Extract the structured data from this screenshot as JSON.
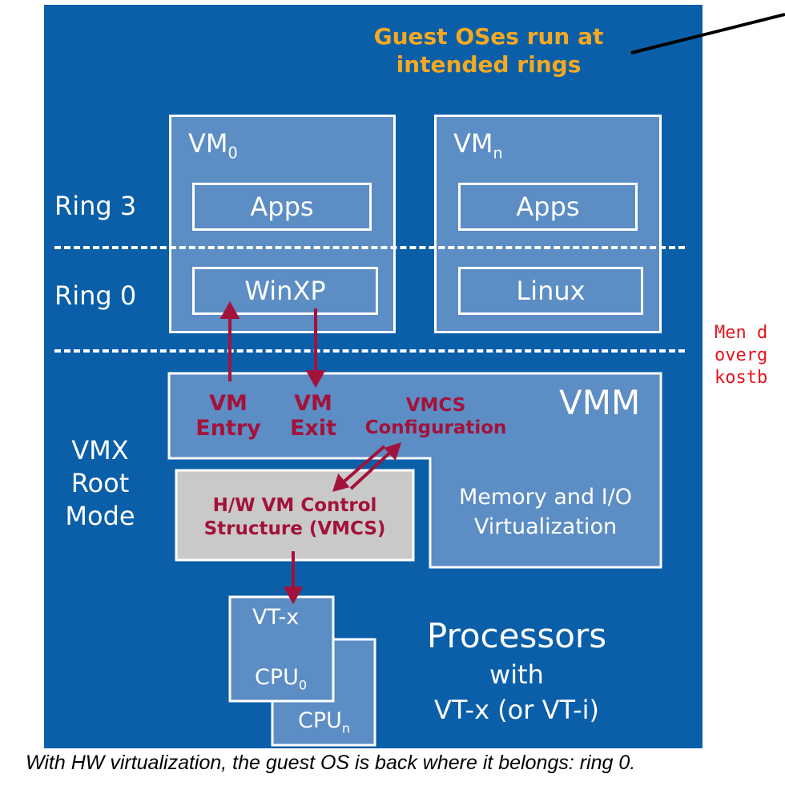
{
  "header_note": {
    "line1": "Guest OSes run at",
    "line2": "intended rings"
  },
  "rings": {
    "ring3": "Ring 3",
    "ring0": "Ring 0",
    "vmx": [
      "VMX",
      "Root",
      "Mode"
    ]
  },
  "vms": [
    {
      "name": "VM",
      "sub": "0",
      "apps": "Apps",
      "os": "WinXP"
    },
    {
      "name": "VM",
      "sub": "n",
      "apps": "Apps",
      "os": "Linux"
    }
  ],
  "vmm": {
    "title": "VMM",
    "vm_entry": [
      "VM",
      "Entry"
    ],
    "vm_exit": [
      "VM",
      "Exit"
    ],
    "vmcs_config": [
      "VMCS",
      "Configuration"
    ],
    "memory_io": [
      "Memory and I/O",
      "Virtualization"
    ]
  },
  "vmcs": [
    "H/W VM Control",
    "Structure (VMCS)"
  ],
  "cpu": {
    "vtx": "VT-x",
    "cpu0_name": "CPU",
    "cpu0_sub": "0",
    "cpun_name": "CPU",
    "cpun_sub": "n"
  },
  "processors": [
    "Processors",
    "with",
    "VT-x (or VT-i)"
  ],
  "side_note": [
    "Men d",
    "overg",
    "kostb"
  ],
  "caption": "With HW virtualization, the guest OS is back where it belongs: ring 0.",
  "colors": {
    "panel": "#0a5fa8",
    "box": "#5c8dc4",
    "arrow": "#a3123a",
    "highlight": "#f6a821",
    "vmcs_fill": "#c9c9c9",
    "note": "#e8141e"
  }
}
